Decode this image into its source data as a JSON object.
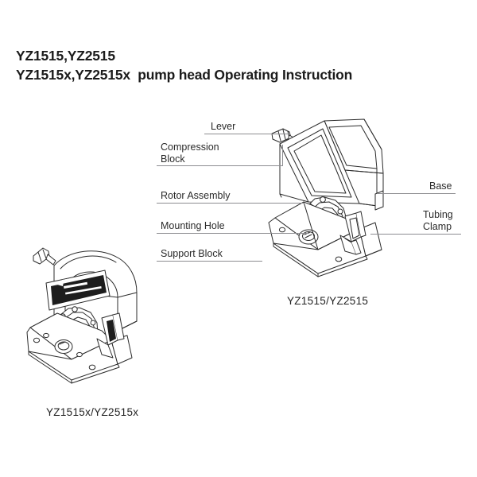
{
  "document": {
    "title_lines": [
      "YZ1515,YZ2515",
      "YZ1515x,YZ2515x  pump head Operating Instruction"
    ]
  },
  "main_figure": {
    "caption": "YZ1515/YZ2515",
    "callouts_left": [
      {
        "id": "lever",
        "label": "Lever"
      },
      {
        "id": "compression-block",
        "label": "Compression\nBlock"
      },
      {
        "id": "rotor-assembly",
        "label": "Rotor Assembly"
      },
      {
        "id": "mounting-hole",
        "label": "Mounting Hole"
      },
      {
        "id": "support-block",
        "label": "Support Block"
      }
    ],
    "callouts_right": [
      {
        "id": "base",
        "label": "Base"
      },
      {
        "id": "tubing-clamp",
        "label": "Tubing\nClamp"
      }
    ]
  },
  "variant_figure": {
    "caption": "YZ1515x/YZ2515x"
  },
  "style": {
    "line_color": "#2b2b2b",
    "leader_color": "#8d8d91",
    "text_color": "#232323",
    "background": "#ffffff"
  }
}
